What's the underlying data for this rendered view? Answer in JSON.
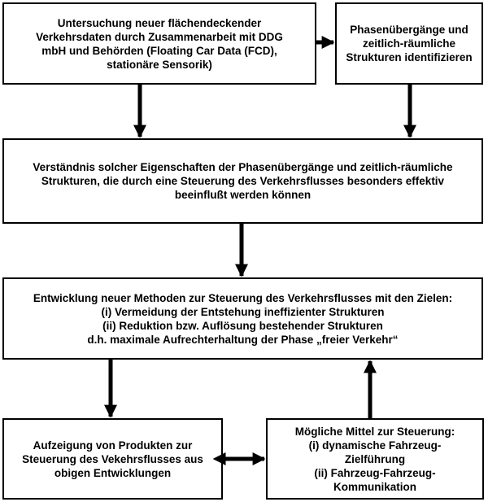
{
  "boxes": {
    "top_left": {
      "lines": [
        "Untersuchung neuer flächendeckender",
        "Verkehrsdaten durch Zusammenarbeit mit DDG",
        "mbH und Behörden (Floating Car Data (FCD),",
        "stationäre Sensorik)"
      ]
    },
    "top_right": {
      "lines": [
        "Phasenübergänge und",
        "zeitlich-räumliche",
        "Strukturen identifizieren"
      ]
    },
    "middle": {
      "lines": [
        "Verständnis solcher Eigenschaften der Phasenübergänge und zeitlich-räumliche",
        "Strukturen, die durch eine Steuerung des Verkehrsflusses besonders effektiv",
        "beeinflußt werden können"
      ]
    },
    "development": {
      "lines": [
        "Entwicklung neuer Methoden zur Steuerung des Verkehrsflusses mit den Zielen:",
        "(i) Vermeidung der Entstehung ineffizienter Strukturen",
        "(ii) Reduktion bzw. Auflösung bestehender Strukturen",
        "d.h. maximale Aufrechterhaltung der Phase „freier Verkehr“"
      ]
    },
    "bottom_left": {
      "lines": [
        "Aufzeigung von Produkten zur",
        "Steuerung des Vekehrsflusses aus",
        "obigen Entwicklungen"
      ]
    },
    "bottom_right": {
      "lines": [
        "Mögliche Mittel zur Steuerung:",
        "(i) dynamische Fahrzeug-",
        "Zielführung",
        "(ii) Fahrzeug-Fahrzeug-",
        "Kommunikation"
      ]
    }
  },
  "colors": {
    "border": "#000000",
    "background": "#ffffff",
    "text": "#000000"
  }
}
